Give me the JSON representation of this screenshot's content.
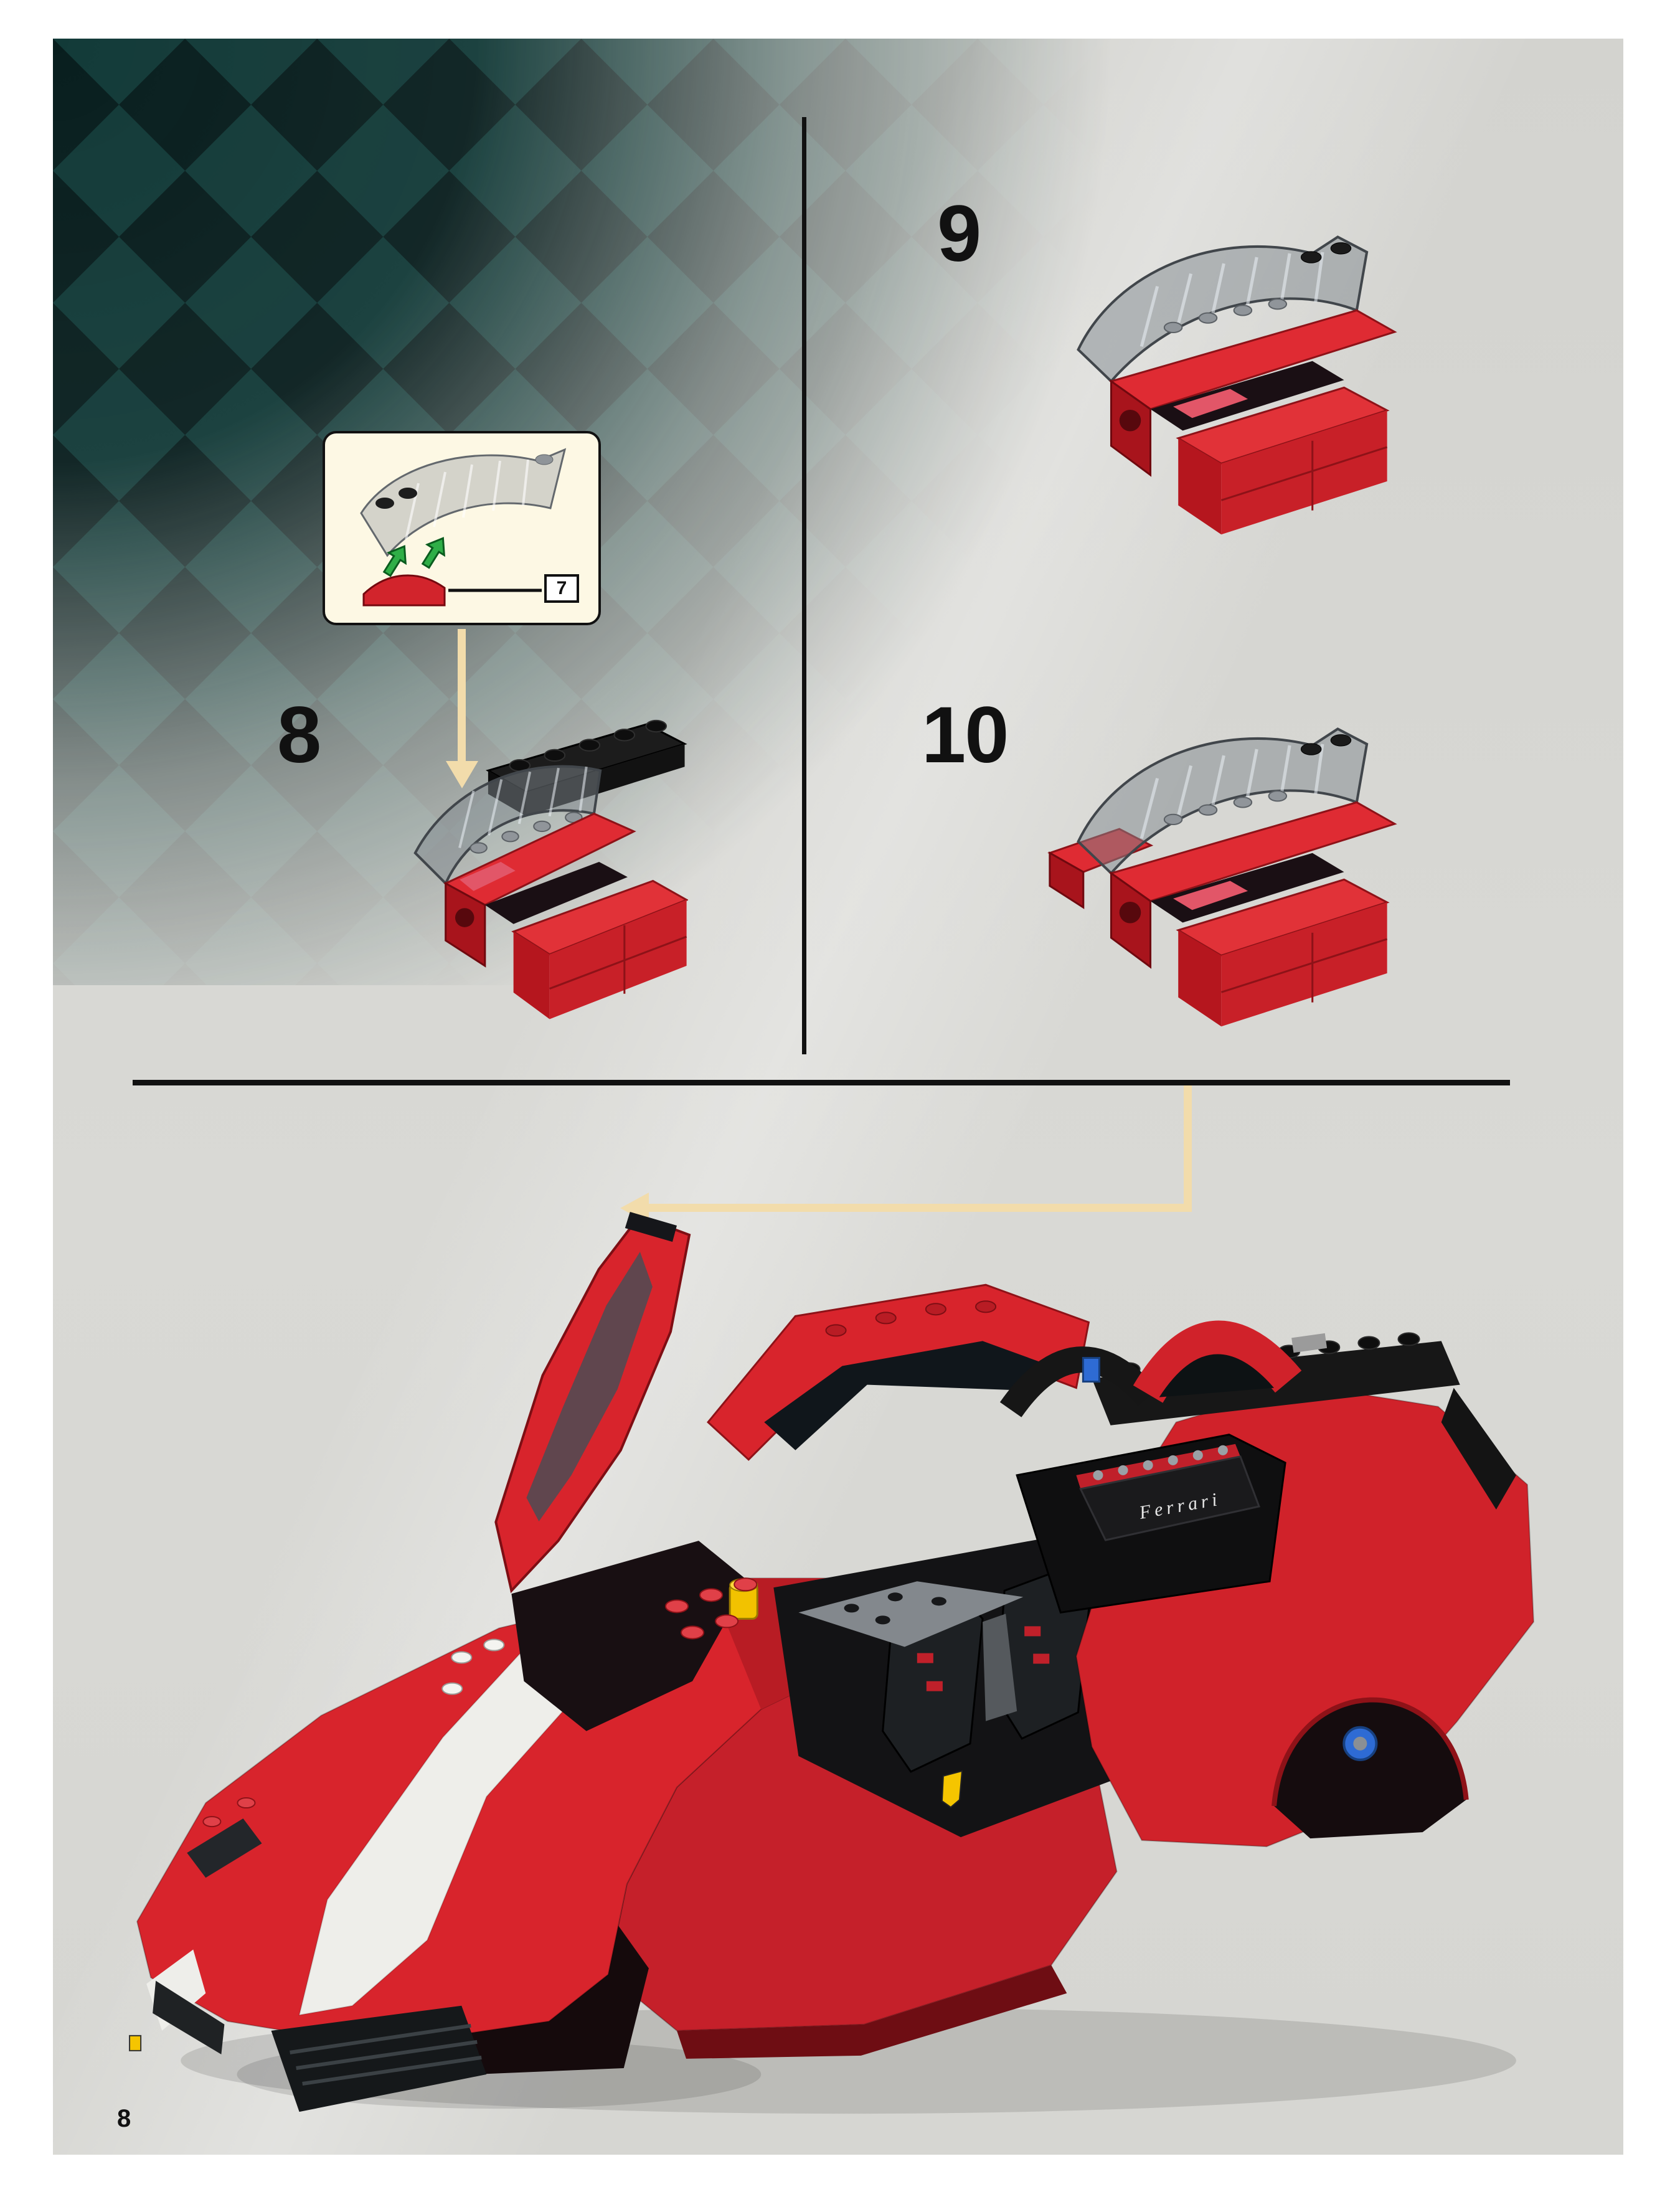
{
  "page": {
    "number": "8"
  },
  "steps": {
    "step8": {
      "label": "8"
    },
    "step9": {
      "label": "9"
    },
    "step10": {
      "label": "10"
    }
  },
  "callout": {
    "part_ref_label": "7"
  },
  "car": {
    "engine_label": "Ferrari"
  },
  "colors": {
    "lego_red": "#d0222a",
    "lego_dark_red": "#8e1218",
    "arrow_tan": "#f2dcab",
    "callout_bg": "#fdf8e4",
    "checker_dark": "#081e1e",
    "checker_teal": "#123a38",
    "content_bg": "#d8d8d4",
    "glass_smoke": "rgba(128,135,142,0.5)"
  }
}
